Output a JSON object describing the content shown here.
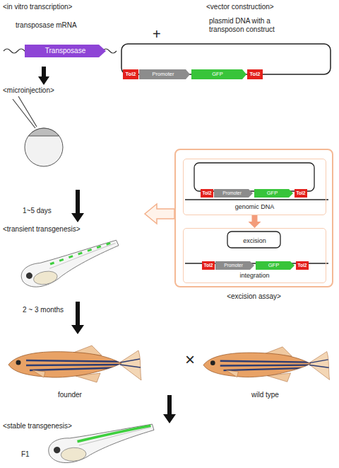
{
  "diagram": {
    "nodes": [
      {
        "text": [
          "Transposase"
        ]
      },
      {
        "text": [
          "Tol2"
        ]
      },
      {
        "text": [
          "Promoter"
        ]
      },
      {
        "text": [
          "GFP"
        ]
      },
      {
        "text": [
          "Tol2"
        ]
      },
      {
        "text": [
          "<excision assay>"
        ]
      },
      {
        "text": [
          "genomic DNA"
        ],
        "in": 5
      },
      {
        "text": [
          "Tol2"
        ],
        "in": 6
      },
      {
        "text": [
          "Promoter"
        ],
        "in": 6
      },
      {
        "text": [
          "GFP"
        ],
        "in": 6
      },
      {
        "text": [
          "Tol2"
        ],
        "in": 6
      },
      {
        "text": [
          "excision",
          "integration"
        ],
        "in": 5
      },
      {
        "text": [
          "Tol2"
        ],
        "in": 11
      },
      {
        "text": [
          "Promoter"
        ],
        "in": 11
      },
      {
        "text": [
          "GFP"
        ],
        "in": 11
      },
      {
        "text": [
          "Tol2"
        ],
        "in": 11
      }
    ],
    "edges": [
      {
        "from": 6,
        "to": 11,
        "arrow": "to"
      }
    ],
    "labels": [
      "<in vitro transcription>",
      "<vector construction>",
      "transposase mRNA",
      "+",
      "plasmid DNA with a transposon construct",
      "<microinjection>",
      "1~5 days",
      "<transient transgenesis>",
      "2 ~ 3 months",
      "founder",
      "×",
      "wild type",
      "<stable transgenesis>",
      "F1"
    ]
  }
}
